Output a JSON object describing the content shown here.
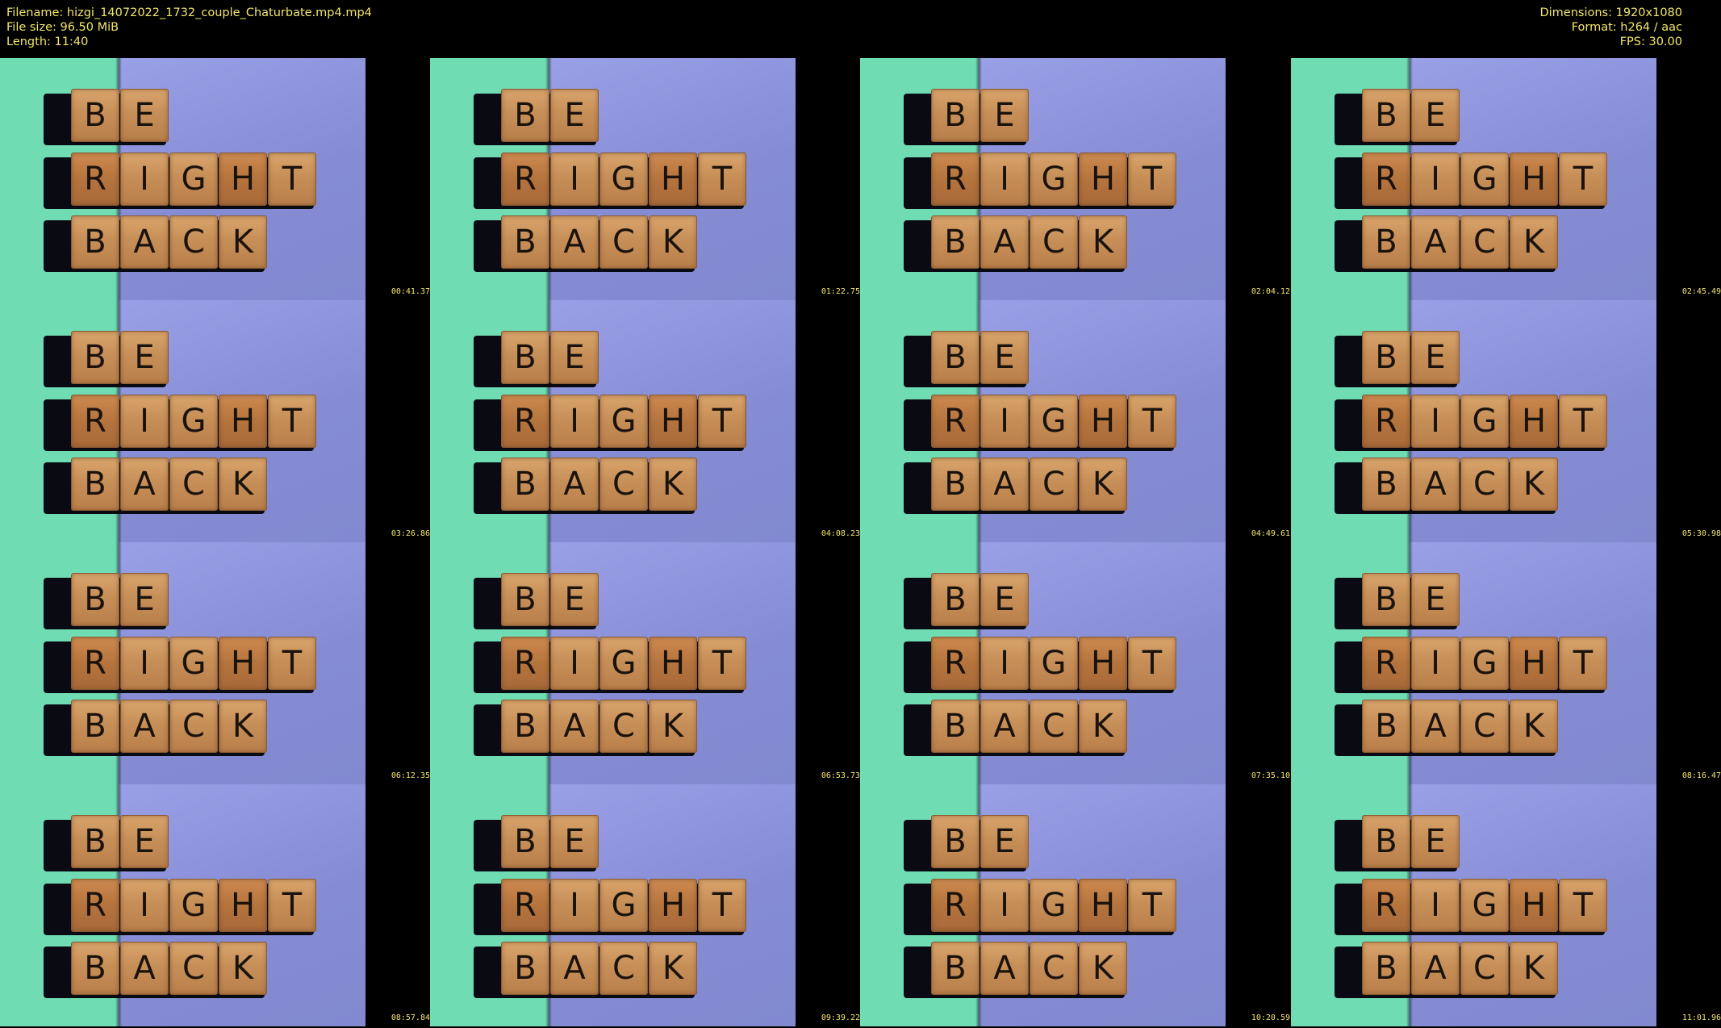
{
  "header": {
    "filename_line": "Filename: hizgi_14072022_1732_couple_Chaturbate.mp4.mp4",
    "filesize_line": "File size: 96.50 MiB",
    "length_line": "Length: 11:40",
    "dimensions_line": "Dimensions: 1920x1080",
    "format_line": "Format: h264 / aac",
    "fps_line": "FPS: 30.00"
  },
  "colors": {
    "text": "#f2e66a",
    "background": "#000000",
    "green_panel": "#6fdcb4",
    "purple_panel": "#8a91d6"
  },
  "tiles": {
    "row1": [
      "B",
      "E"
    ],
    "row2": [
      "R",
      "I",
      "G",
      "H",
      "T"
    ],
    "row3": [
      "B",
      "A",
      "C",
      "K"
    ]
  },
  "timestamps": [
    "00:41.37",
    "01:22.75",
    "02:04.12",
    "02:45.49",
    "03:26.86",
    "04:08.23",
    "04:49.61",
    "05:30.98",
    "06:12.35",
    "06:53.73",
    "07:35.10",
    "08:16.47",
    "08:57.84",
    "09:39.22",
    "10:20.59",
    "11:01.96"
  ]
}
